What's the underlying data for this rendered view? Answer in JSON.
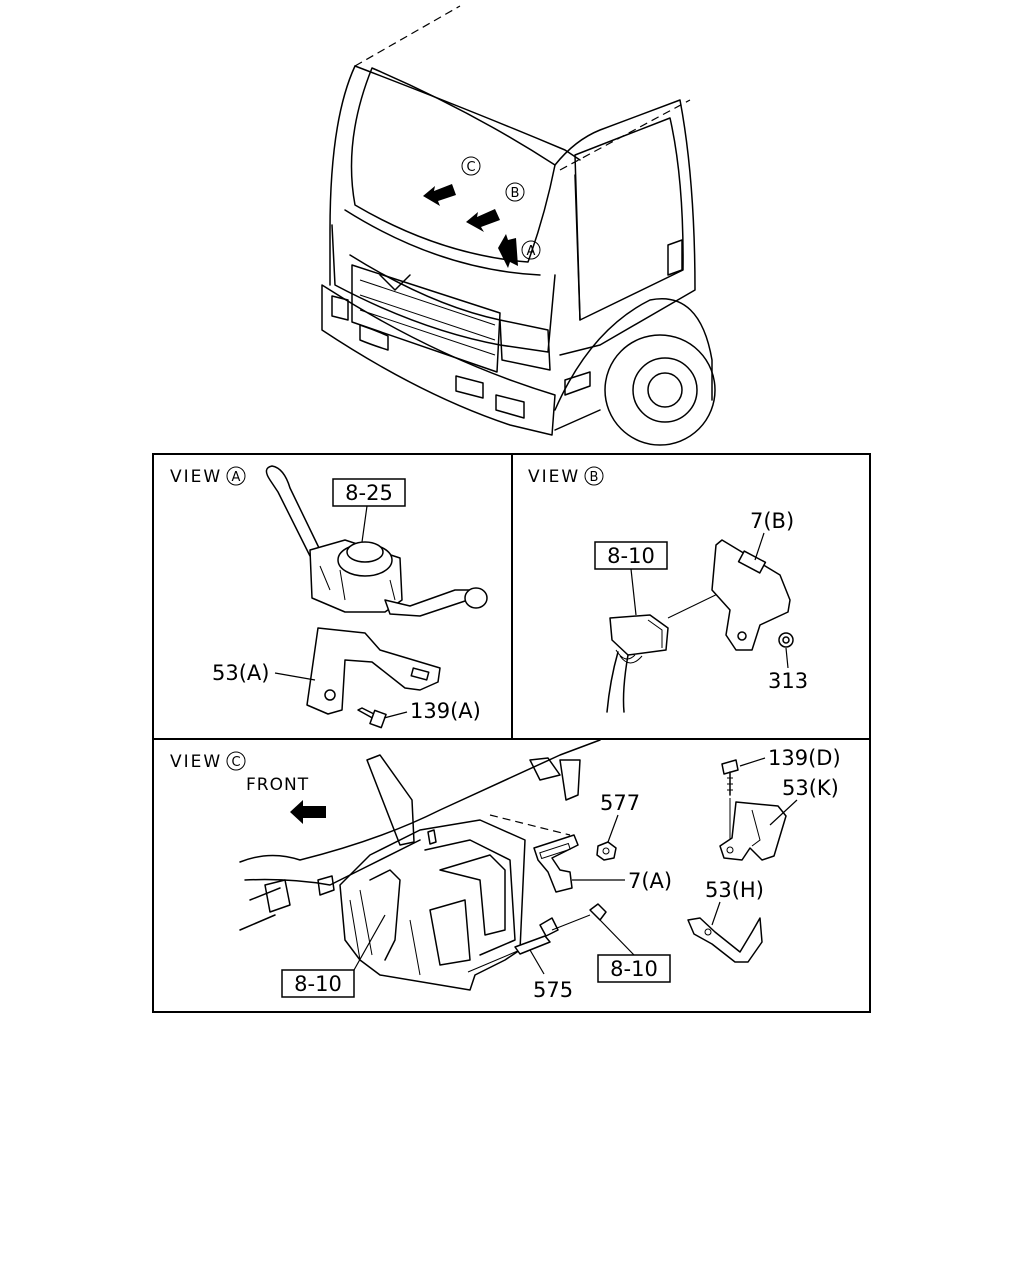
{
  "cab_markers": {
    "a": "A",
    "b": "B",
    "c": "C"
  },
  "view_a": {
    "title_prefix": "VIEW",
    "letter": "A",
    "ref_box": "8-25",
    "labels": {
      "bracket": "53(A)",
      "bolt": "139(A)"
    }
  },
  "view_b": {
    "title_prefix": "VIEW",
    "letter": "B",
    "ref_box": "8-10",
    "labels": {
      "bracket": "7(B)",
      "screw": "313"
    }
  },
  "view_c": {
    "title_prefix": "VIEW",
    "letter": "C",
    "front_label": "FRONT",
    "ref_box_left": "8-10",
    "ref_box_right": "8-10",
    "labels": {
      "bolt_d": "139(D)",
      "bracket_k": "53(K)",
      "nut": "577",
      "bracket_a": "7(A)",
      "bracket_h": "53(H)",
      "connector": "575"
    }
  }
}
